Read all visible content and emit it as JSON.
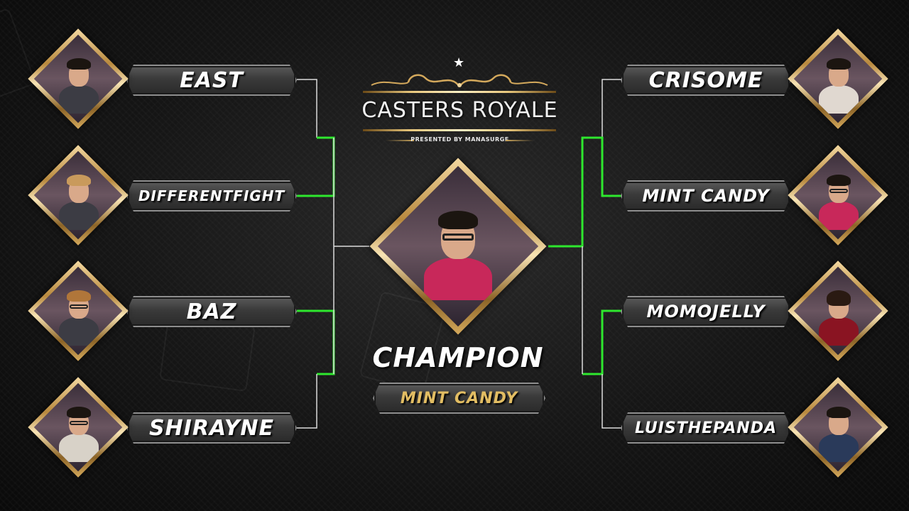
{
  "event": {
    "title": "CASTERS ROYALE",
    "subtitle": "PRESENTED BY MANASURGE"
  },
  "colors": {
    "winner_line": "#2ee82e",
    "bracket_line": "#dcdcdc",
    "gold": "#e2bd63",
    "name_text": "#ffffff"
  },
  "bracket": {
    "left": [
      {
        "name": "EAST"
      },
      {
        "name": "DIFFERENTFIGHT"
      },
      {
        "name": "BAZ"
      },
      {
        "name": "SHIRAYNE"
      }
    ],
    "right": [
      {
        "name": "CRISOME"
      },
      {
        "name": "MINT CANDY"
      },
      {
        "name": "MOMOJELLY"
      },
      {
        "name": "LUISTHEPANDA"
      }
    ]
  },
  "champion": {
    "label": "CHAMPION",
    "name": "MINT CANDY"
  }
}
